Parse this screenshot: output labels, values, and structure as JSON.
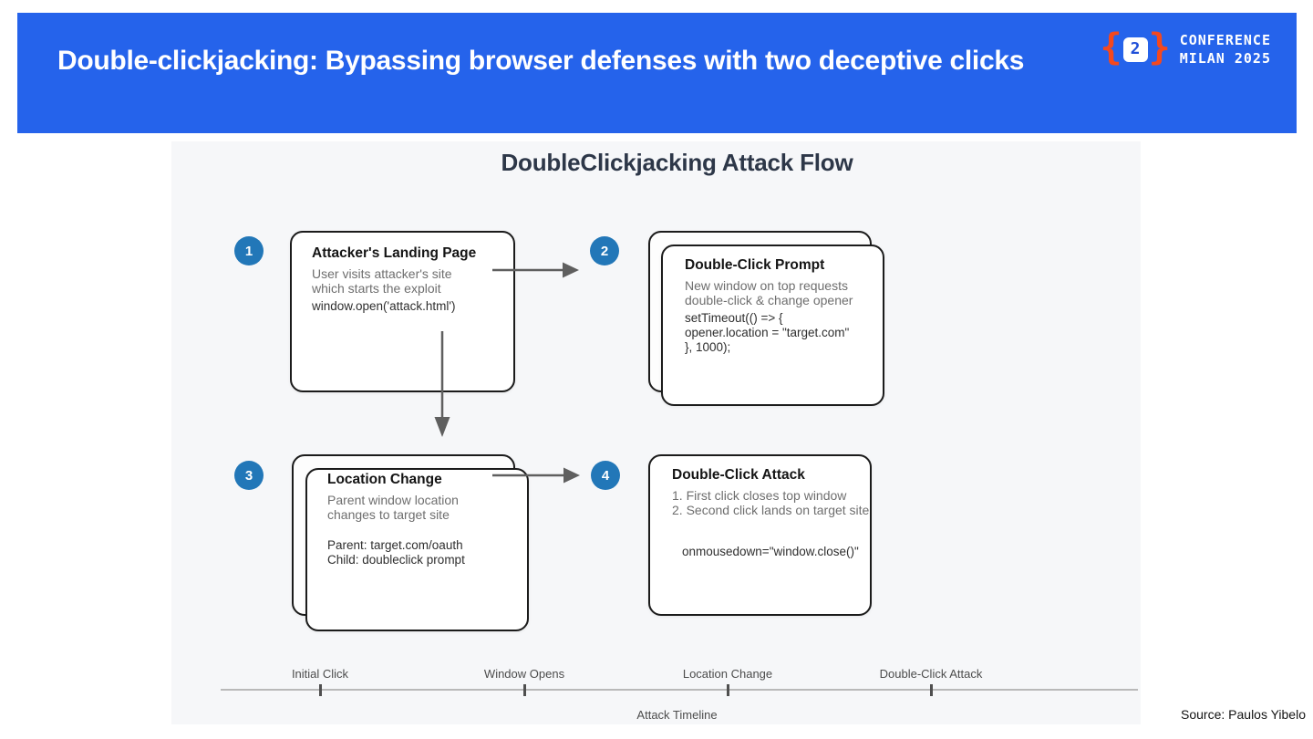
{
  "header": {
    "title": "Double-clickjacking: Bypassing browser defenses with two deceptive clicks",
    "logo": {
      "brace_left": "{",
      "brace_right": "}",
      "glyph": "2",
      "line1": "CONFERENCE",
      "line2": "MILAN 2025"
    }
  },
  "diagram": {
    "title": "DoubleClickjacking Attack Flow",
    "steps": [
      {
        "number": "1",
        "title": "Attacker's Landing Page",
        "description": [
          "User visits attacker's site",
          "which starts the exploit"
        ],
        "code": [
          "window.open('attack.html')"
        ]
      },
      {
        "number": "2",
        "title": "Double-Click Prompt",
        "description": [
          "New window on top requests",
          "double-click & change opener"
        ],
        "code": [
          "setTimeout(() => {",
          "opener.location = \"target.com\"",
          "}, 1000);"
        ]
      },
      {
        "number": "3",
        "title": "Location Change",
        "description": [
          "Parent window location",
          "changes to target site"
        ],
        "code": [
          "Parent: target.com/oauth",
          "Child: doubleclick prompt"
        ]
      },
      {
        "number": "4",
        "title": "Double-Click Attack",
        "description": [
          "1. First click closes top window",
          "2. Second click lands on target site"
        ],
        "code": [
          "onmousedown=\"window.close()\""
        ]
      }
    ],
    "timeline": {
      "labels": [
        "Initial Click",
        "Window Opens",
        "Location Change",
        "Double-Click Attack"
      ],
      "caption": "Attack Timeline"
    }
  },
  "footer": {
    "source": "Source: Paulos Yibelo"
  },
  "colors": {
    "header_bg": "#2563eb",
    "logo_orange": "#f4481e",
    "step_circle_blue": "#2277b8",
    "panel_bg": "#f6f7f9",
    "arrow_gray": "#5f5f5f"
  }
}
